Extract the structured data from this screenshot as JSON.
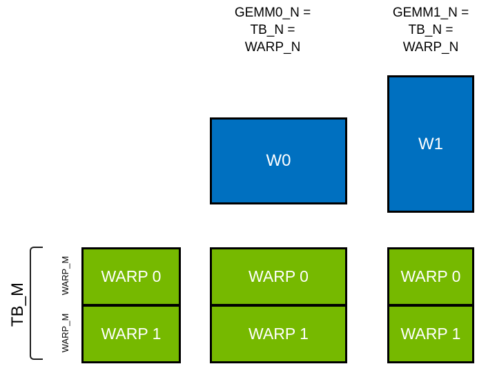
{
  "diagram": {
    "background": "#ffffff",
    "colors": {
      "tile_blue": "#0070C0",
      "nvidia_green": "#76B900",
      "border_black": "#000000",
      "tile_text_white": "#ffffff",
      "annotation_text_black": "#000000"
    },
    "header_labels": {
      "gemm0": "GEMM0_N =\nTB_N =\nWARP_N",
      "gemm1": "GEMM1_N =\nTB_N =\nWARP_N"
    },
    "blue_boxes": {
      "w0": {
        "label": "W0"
      },
      "w1": {
        "label": "W1"
      }
    },
    "warp_grids": {
      "left": {
        "cells": [
          "WARP 0",
          "WARP 1"
        ]
      },
      "middle": {
        "cells": [
          "WARP 0",
          "WARP 1"
        ]
      },
      "right": {
        "cells": [
          "WARP 0",
          "WARP 1"
        ]
      }
    },
    "side_labels": {
      "tb_m": "TB_M",
      "warp_m_top": "WARP_M",
      "warp_m_bottom": "WARP_M"
    }
  }
}
